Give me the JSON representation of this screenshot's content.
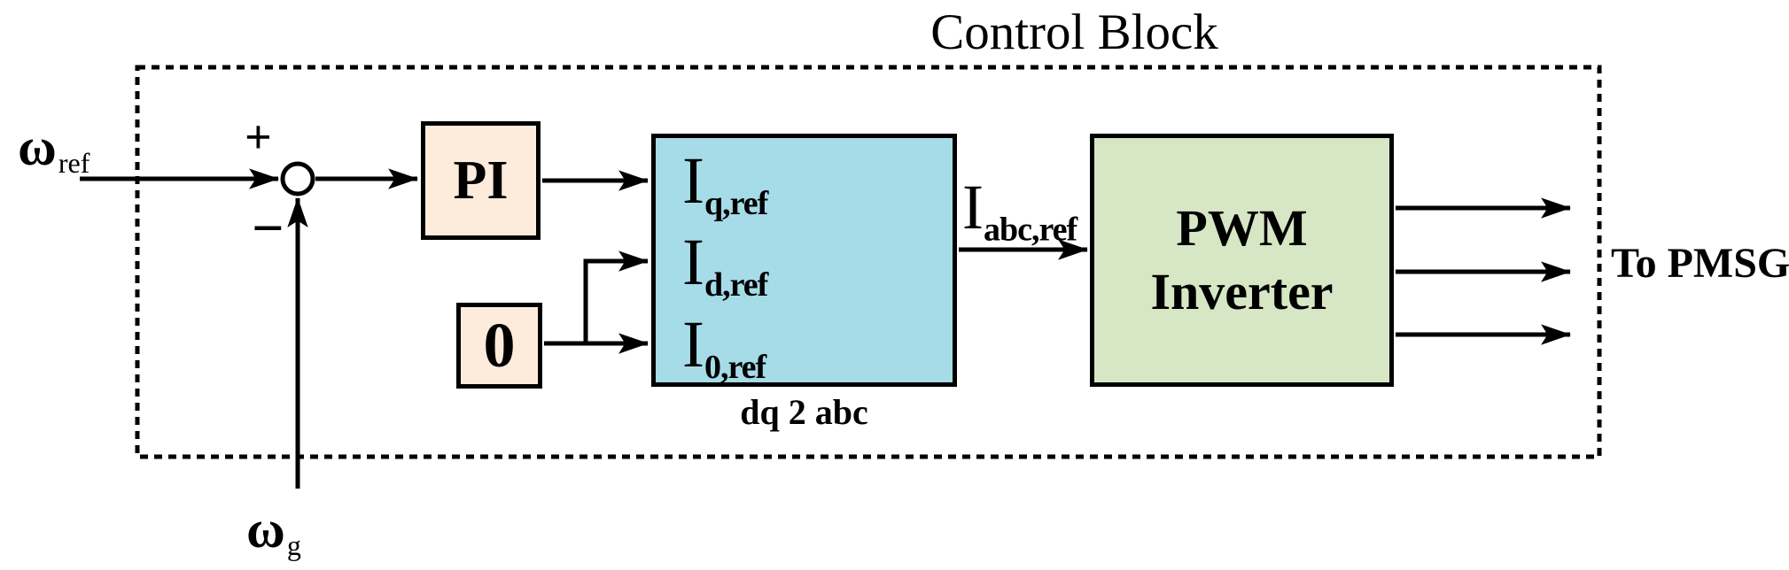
{
  "title": "Control Block",
  "inputs": {
    "omega_ref": {
      "base": "ω",
      "sub": "ref"
    },
    "omega_g": {
      "base": "ω",
      "sub": "g"
    }
  },
  "summing_junction": {
    "plus": "+",
    "minus": "−"
  },
  "blocks": {
    "pi": {
      "label": "PI"
    },
    "zero": {
      "label": "0"
    },
    "dq2abc": {
      "caption": "dq 2 abc",
      "signals": [
        {
          "base": "I",
          "sub": "q,ref"
        },
        {
          "base": "I",
          "sub": "d,ref"
        },
        {
          "base": "I",
          "sub": "0,ref"
        }
      ]
    },
    "pwm": {
      "line1": "PWM",
      "line2": "Inverter"
    }
  },
  "signals": {
    "i_abc_ref": {
      "base": "I",
      "sub": "abc,ref"
    }
  },
  "output": {
    "label": "To PMSG"
  },
  "colors": {
    "gain_block_fill": "#FDECDC",
    "transform_block_fill": "#A6DBE8",
    "inverter_block_fill": "#D7E6C4",
    "line": "#000000",
    "background": "#FFFFFF"
  }
}
